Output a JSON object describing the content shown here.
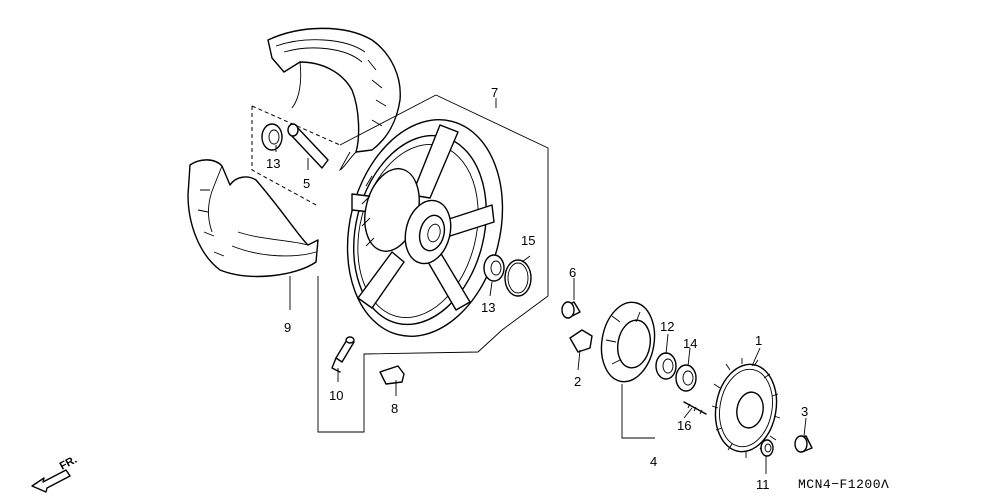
{
  "diagram_code": "MCN4−F1200Λ",
  "direction_label": "FR.",
  "callouts": {
    "c1": "1",
    "c2": "2",
    "c3": "3",
    "c4": "4",
    "c5": "5",
    "c6": "6",
    "c7": "7",
    "c8": "8",
    "c9": "9",
    "c10": "10",
    "c11": "11",
    "c12": "12",
    "c13a": "13",
    "c13b": "13",
    "c14": "14",
    "c15": "15",
    "c16": "16"
  }
}
